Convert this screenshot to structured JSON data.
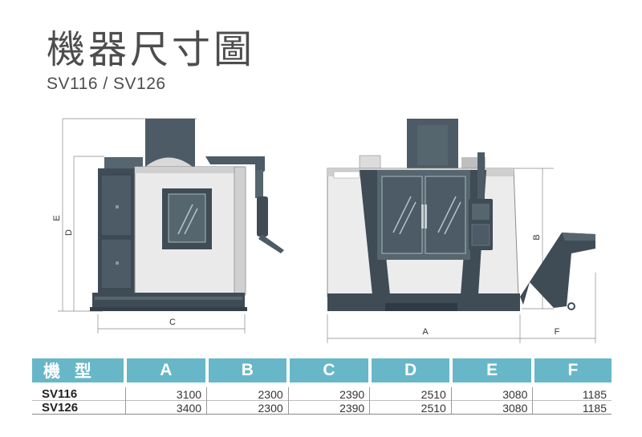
{
  "title": "機器尺寸圖",
  "subtitle": "SV116 / SV126",
  "dimension_labels": {
    "A": "A",
    "B": "B",
    "C": "C",
    "D": "D",
    "E": "E",
    "F": "F"
  },
  "table": {
    "headers": [
      "機 型",
      "A",
      "B",
      "C",
      "D",
      "E",
      "F"
    ],
    "rows": [
      [
        "SV116",
        "3100",
        "2300",
        "2390",
        "2510",
        "3080",
        "1185"
      ],
      [
        "SV126",
        "3400",
        "2300",
        "2390",
        "2510",
        "3080",
        "1185"
      ]
    ]
  }
}
